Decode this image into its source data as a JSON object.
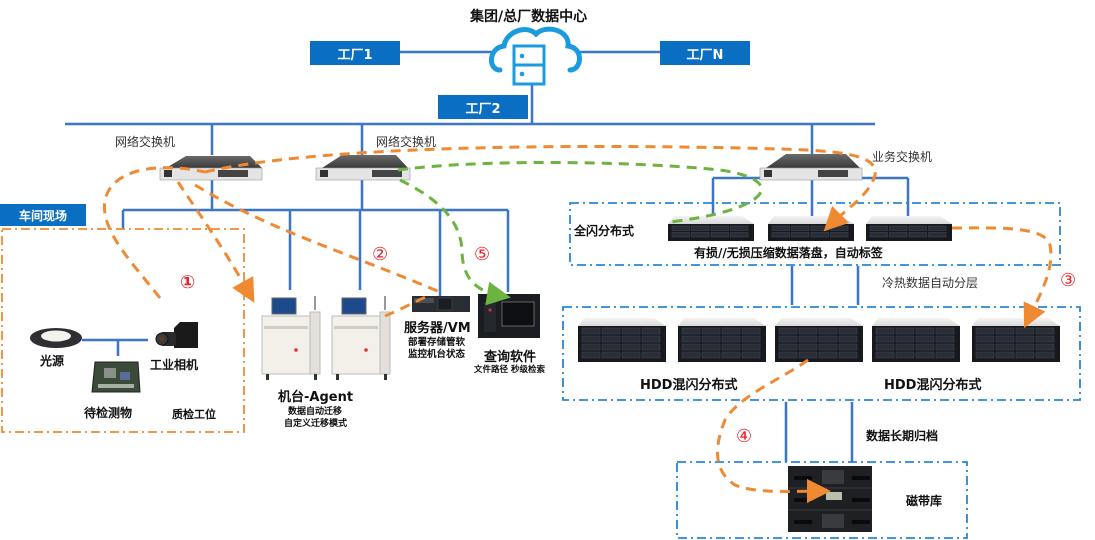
{
  "title": "集团/总厂数据中心",
  "factories": [
    "工厂1",
    "工厂2",
    "工厂N"
  ],
  "switches": {
    "net_switch_1": "网络交换机",
    "net_switch_2": "网络交换机",
    "biz_switch": "业务交换机"
  },
  "workshop": {
    "tag": "车间现场",
    "light_source": "光源",
    "camera": "工业相机",
    "object": "待检测物",
    "station": "质检工位"
  },
  "machine": {
    "name": "机台-Agent",
    "desc1": "数据自动迁移",
    "desc2": "自定义迁移模式"
  },
  "server": {
    "name": "服务器/VM",
    "desc1": "部署存储管软",
    "desc2": "监控机台状态"
  },
  "query": {
    "name": "查询软件",
    "desc": "文件路径 秒级检索"
  },
  "flash": {
    "name": "全闪分布式",
    "desc": "有损//无损压缩数据落盘，自动标签"
  },
  "tiering": "冷热数据自动分层",
  "hdd": {
    "left": "HDD混闪分布式",
    "right": "HDD混闪分布式"
  },
  "archive": "数据长期归档",
  "tape": "磁带库",
  "steps": [
    "①",
    "②",
    "③",
    "④",
    "⑤"
  ],
  "colors": {
    "blue_box": "#0a6fc2",
    "link_line": "#3b74c9",
    "orange_flow": "#ef8a33",
    "green_flow": "#6db33f",
    "dashdot_blue": "#2a86d4",
    "dashdot_orange": "#ef8a33",
    "step_red": "#e8222a"
  }
}
